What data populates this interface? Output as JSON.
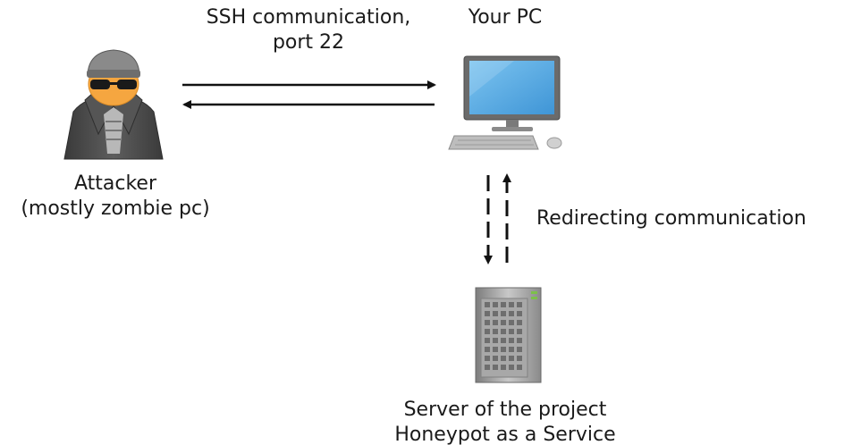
{
  "labels": {
    "ssh_line1": "SSH communication,",
    "ssh_line2": "port 22",
    "pc": "Your PC",
    "attacker_line1": "Attacker",
    "attacker_line2": "(mostly zombie pc)",
    "redirect": "Redirecting communication",
    "server_line1": "Server of the project",
    "server_line2": "Honeypot as a Service"
  },
  "nodes": [
    {
      "id": "attacker",
      "icon": "hacker-icon"
    },
    {
      "id": "pc",
      "icon": "desktop-computer-icon"
    },
    {
      "id": "server",
      "icon": "server-tower-icon"
    }
  ],
  "edges": [
    {
      "from": "attacker",
      "to": "pc",
      "style": "solid"
    },
    {
      "from": "pc",
      "to": "attacker",
      "style": "solid"
    },
    {
      "from": "pc",
      "to": "server",
      "style": "dashed"
    },
    {
      "from": "server",
      "to": "pc",
      "style": "dashed"
    }
  ],
  "colors": {
    "line": "#111111",
    "screen": "#5aaee6",
    "monitor_body": "#6b6b6b",
    "skin": "#f5a640",
    "coat": "#4a4a4a",
    "server_body": "#9a9a9a"
  }
}
